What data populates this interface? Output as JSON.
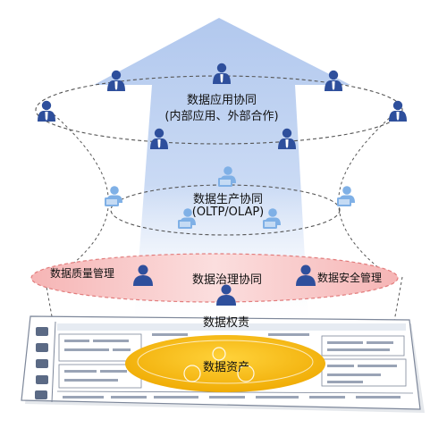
{
  "layers": {
    "application": {
      "title": "数据应用协同",
      "subtitle": "(内部应用、外部合作)"
    },
    "production": {
      "title": "数据生产协同",
      "subtitle": "(OLTP/OLAP)"
    },
    "governance": {
      "title": "数据治理协同",
      "left_label": "数据质量管理",
      "right_label": "数据安全管理"
    },
    "ownership": {
      "title": "数据权责"
    },
    "assets": {
      "title": "数据资产"
    }
  },
  "colors": {
    "arrow": "#bcd0f1",
    "user_dark": "#2e4f9c",
    "user_light": "#7fb0e6",
    "governance_band": "#f7c3c3",
    "governance_border": "#e27c7c",
    "assets_fill": "#f2b916",
    "platform_border": "#7d879a"
  },
  "icons": [
    "business-user-icon",
    "developer-user-icon",
    "person-icon"
  ]
}
